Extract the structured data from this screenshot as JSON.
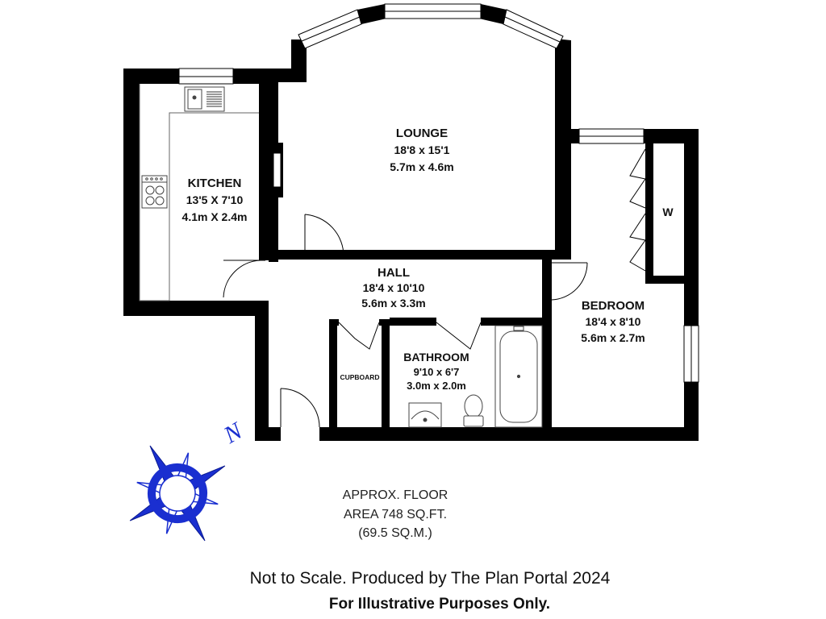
{
  "rooms": {
    "lounge": {
      "name": "LOUNGE",
      "dim_imperial": "18'8 x 15'1",
      "dim_metric": "5.7m x 4.6m"
    },
    "kitchen": {
      "name": "KITCHEN",
      "dim_imperial": "13'5 X 7'10",
      "dim_metric": "4.1m X 2.4m"
    },
    "hall": {
      "name": "HALL",
      "dim_imperial": "18'4 x 10'10",
      "dim_metric": "5.6m x 3.3m"
    },
    "bedroom": {
      "name": "BEDROOM",
      "dim_imperial": "18'4 x 8'10",
      "dim_metric": "5.6m x 2.7m"
    },
    "bathroom": {
      "name": "BATHROOM",
      "dim_imperial": "9'10 x 6'7",
      "dim_metric": "3.0m x 2.0m"
    },
    "cupboard": {
      "name": "CUPBOARD"
    },
    "wardrobe": {
      "name": "W"
    }
  },
  "compass": {
    "label": "N"
  },
  "area": {
    "line1": "APPROX. FLOOR",
    "line2": "AREA 748 SQ.FT.",
    "line3": "(69.5 SQ.M.)"
  },
  "footer": {
    "line1": "Not to Scale. Produced by The Plan Portal 2024",
    "line2": "For Illustrative Purposes Only."
  },
  "colors": {
    "wall": "#000000",
    "compass": "#1a2fd0",
    "fixture": "#555555"
  }
}
